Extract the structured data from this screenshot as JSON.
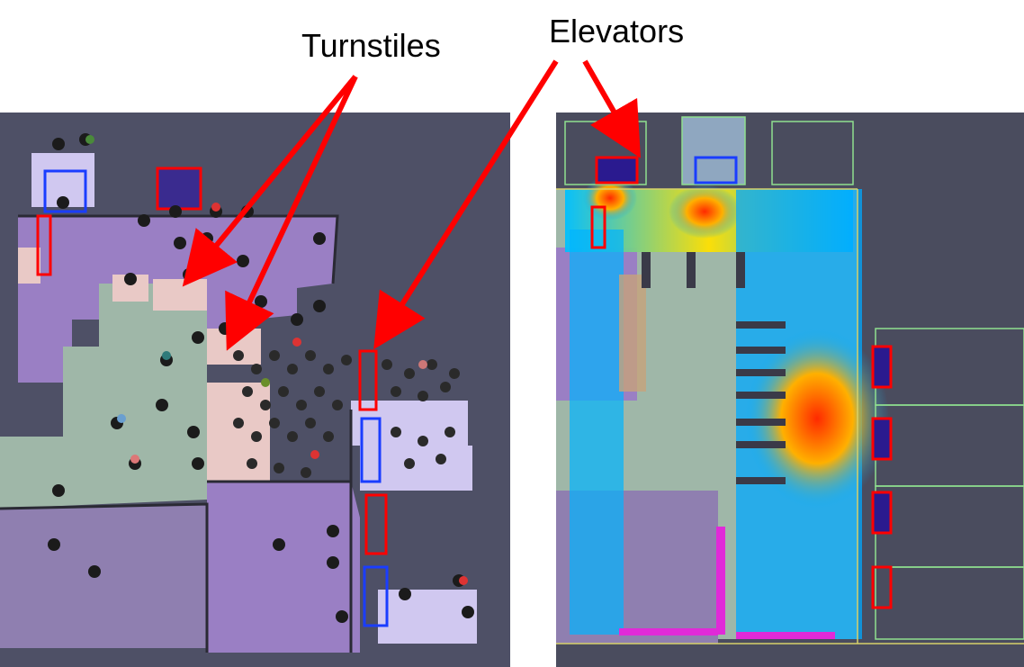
{
  "labels": {
    "turnstiles": "Turnstiles",
    "elevators": "Elevators"
  },
  "colors": {
    "annotation_arrow": "#ff0000",
    "floor_purple": "#9a7fc4",
    "floor_green": "#9fb7a8",
    "floor_pink": "#e9c9c6",
    "background_dark": "#4e5066",
    "elevator_red": "#ff0000",
    "elevator_blue": "#1a3dff",
    "heat_high": "#ff2a00",
    "heat_low": "#00a8ff"
  },
  "panels": {
    "left": "3D crowd simulation view of lobby",
    "right": "Pedestrian density heatmap on floor plan"
  }
}
